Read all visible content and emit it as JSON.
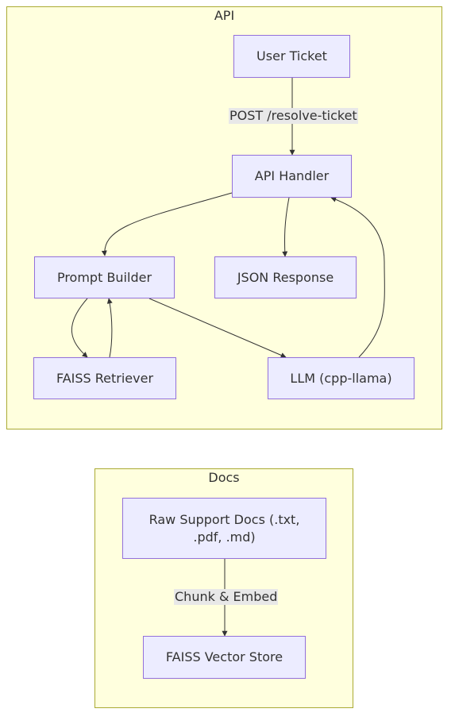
{
  "clusters": {
    "api": {
      "title": "API"
    },
    "docs": {
      "title": "Docs"
    }
  },
  "nodes": {
    "user_ticket": "User Ticket",
    "api_handler": "API Handler",
    "prompt_builder": "Prompt Builder",
    "json_response": "JSON Response",
    "faiss_retriever": "FAISS Retriever",
    "llm": "LLM (cpp-llama)",
    "raw_docs": "Raw Support Docs (.txt, .pdf, .md)",
    "vector_store": "FAISS Vector Store"
  },
  "edge_labels": {
    "resolve_ticket": "POST /resolve-ticket",
    "chunk_embed": "Chunk & Embed"
  },
  "edges": [
    {
      "from": "User Ticket",
      "to": "API Handler",
      "label": "POST /resolve-ticket"
    },
    {
      "from": "API Handler",
      "to": "Prompt Builder"
    },
    {
      "from": "API Handler",
      "to": "JSON Response"
    },
    {
      "from": "Prompt Builder",
      "to": "FAISS Retriever"
    },
    {
      "from": "FAISS Retriever",
      "to": "Prompt Builder"
    },
    {
      "from": "Prompt Builder",
      "to": "LLM (cpp-llama)"
    },
    {
      "from": "LLM (cpp-llama)",
      "to": "API Handler"
    },
    {
      "from": "Raw Support Docs (.txt, .pdf, .md)",
      "to": "FAISS Vector Store",
      "label": "Chunk & Embed"
    }
  ]
}
